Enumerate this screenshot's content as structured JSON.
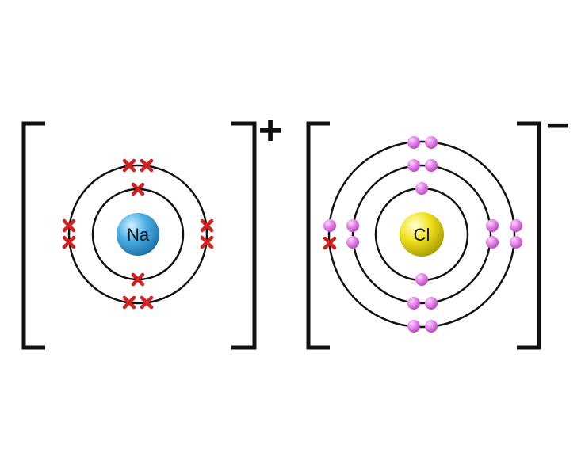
{
  "sodium_ion": {
    "nucleus_symbol": "Na",
    "charge": "+",
    "nucleus_color": "#3aa6dc",
    "shell_electrons": [
      2,
      8
    ],
    "electron_marker": "cross",
    "electron_color": "#d42020"
  },
  "chloride_ion": {
    "nucleus_symbol": "Cl",
    "charge": "−",
    "nucleus_color": "#ecdf1c",
    "shell_electrons": [
      2,
      8,
      8
    ],
    "electron_marker": "dot",
    "electron_color": "#e27ce8",
    "transferred_electron_marker": "cross",
    "transferred_electron_color": "#d42020"
  }
}
